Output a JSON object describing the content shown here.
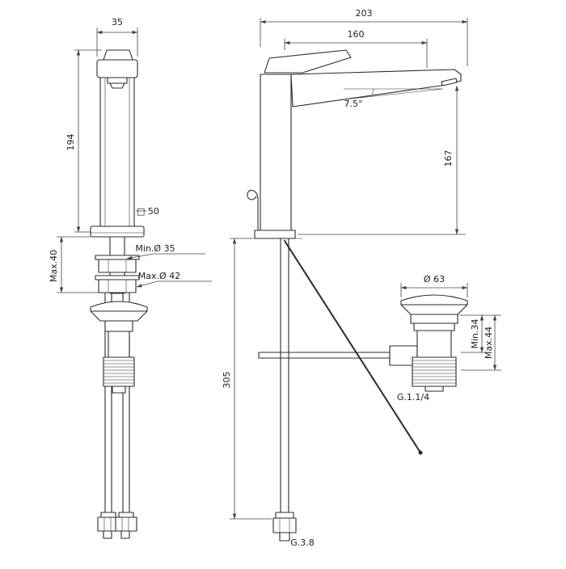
{
  "colors": {
    "line": "#2b2b2b",
    "dimension": "#444444",
    "background": "#ffffff"
  },
  "front_view": {
    "name": "faucet front view with pop-up waste and supply hoses",
    "dims": {
      "spout_width": "35",
      "height": "194",
      "body_square": "□ 50",
      "hole_min": "Min.Ø 35",
      "hole_max": "Max.Ø 42",
      "deck_thickness": "Max.40"
    }
  },
  "side_view": {
    "name": "faucet side view with pop-up waste and supply hose",
    "dims": {
      "total_depth": "203",
      "spout_reach": "160",
      "spout_angle": "7.5°",
      "spout_height": "167",
      "hose_drop": "305",
      "waste_diameter": "Ø 63",
      "waste_deck_min": "Min.34",
      "waste_deck_max": "Max.44",
      "waste_thread": "G.1.1/4",
      "supply_thread": "G.3.8"
    }
  }
}
